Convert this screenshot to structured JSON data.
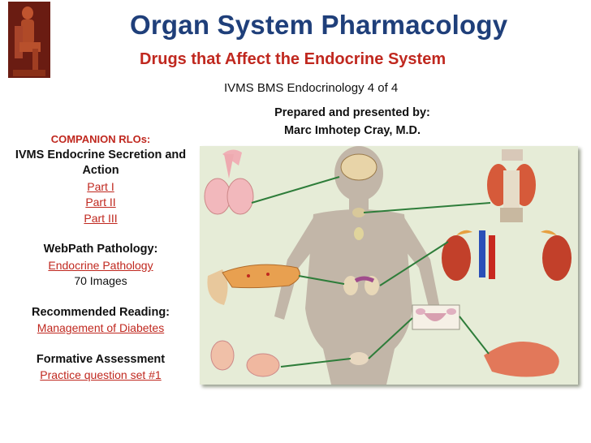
{
  "header": {
    "title": "Organ System Pharmacology",
    "subtitle": "Drugs that Affect the Endocrine System",
    "course": "IVMS BMS Endocrinology 4 of 4",
    "prepared_label": "Prepared and presented by:",
    "presenter": "Marc Imhotep Cray, M.D."
  },
  "sidebar": {
    "companion_heading": "COMPANION RLOs:",
    "companion_title": "IVMS Endocrine Secretion and Action",
    "companion_links": [
      "Part I",
      "Part II",
      "Part III"
    ],
    "webpath_heading": "WebPath Pathology:",
    "webpath_link": "Endocrine Pathology",
    "webpath_count": "70 Images",
    "reading_heading": "Recommended Reading:",
    "reading_link": "Management of Diabetes",
    "assessment_heading": "Formative Assessment",
    "assessment_link": "Practice question set #1"
  },
  "colors": {
    "title": "#1f3f7a",
    "accent_red": "#c0281f",
    "figure_bg": "#e6ecd7",
    "connector": "#2e7d3a"
  },
  "icons": [
    "imhotep-statue-icon"
  ]
}
